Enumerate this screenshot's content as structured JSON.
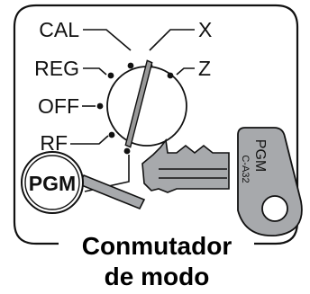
{
  "switch": {
    "positions": {
      "cal": "CAL",
      "x": "X",
      "reg": "REG",
      "z": "Z",
      "off": "OFF",
      "rf": "RF"
    },
    "pgm": "PGM"
  },
  "key": {
    "label": "PGM",
    "code": "C-A32"
  },
  "caption": {
    "line1": "Conmutador",
    "line2": "de modo"
  },
  "colors": {
    "outline": "#111111",
    "key_fill": "#a7a9ac",
    "pointer_fill": "#999999"
  }
}
